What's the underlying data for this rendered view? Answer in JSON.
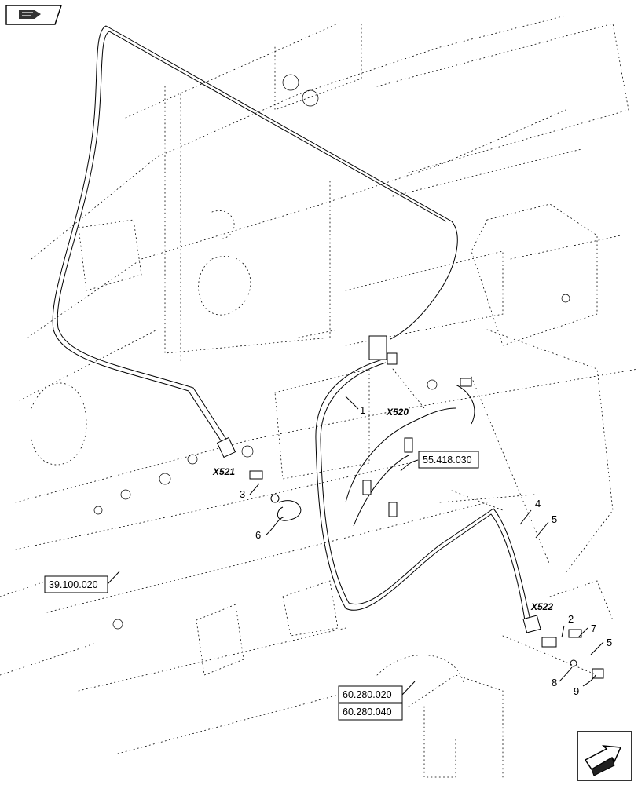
{
  "nav": {
    "back_icon": "hand-pointing-icon",
    "next_icon": "folded-arrow-icon"
  },
  "callouts": [
    "1",
    "2",
    "3",
    "4",
    "5",
    "5",
    "6",
    "7",
    "8",
    "9"
  ],
  "connectors": [
    "X520",
    "X521",
    "X522"
  ],
  "references": [
    "55.418.030",
    "39.100.020",
    "60.280.020",
    "60.280.040"
  ]
}
